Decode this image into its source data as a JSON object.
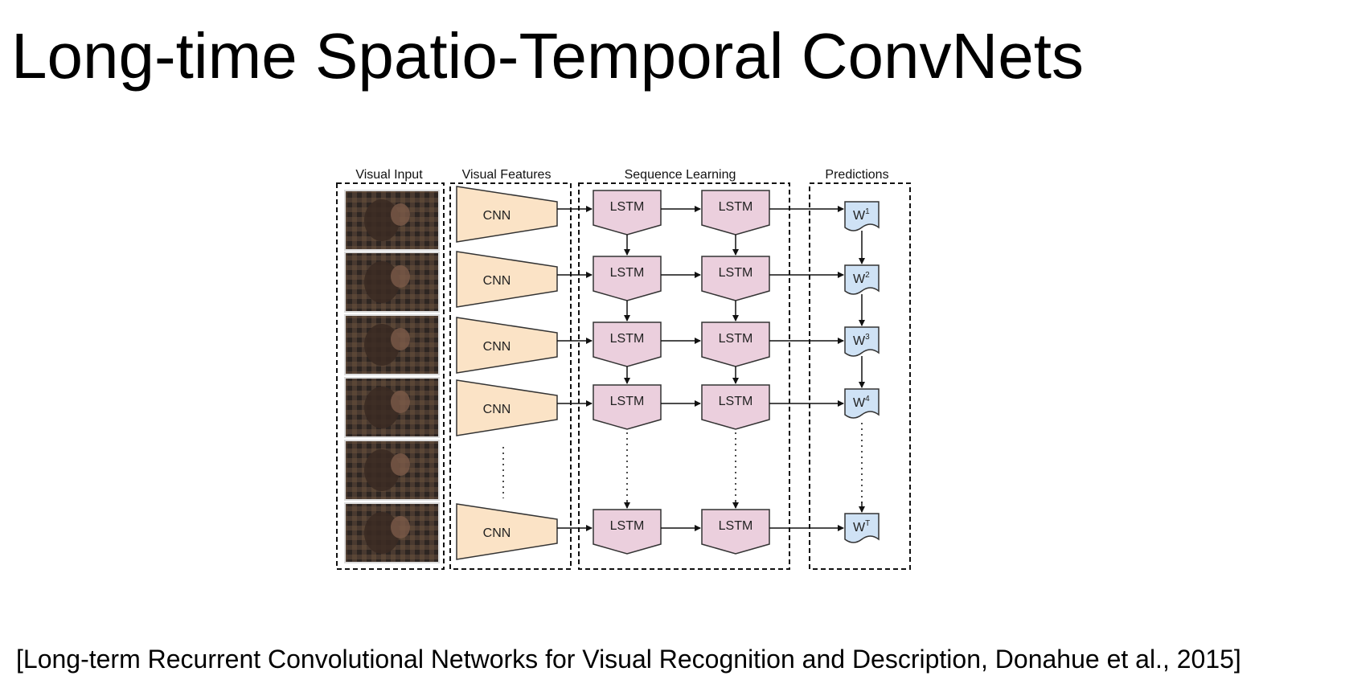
{
  "title": "Long-time Spatio-Temporal ConvNets",
  "citation": "[Long-term Recurrent Convolutional Networks for Visual Recognition and Description, Donahue et al., 2015]",
  "diagram": {
    "section_labels": [
      "Visual Input",
      "Visual Features",
      "Sequence Learning",
      "Predictions"
    ],
    "cnn_label": "CNN",
    "lstm_label": "LSTM",
    "prediction_base": "W",
    "prediction_superscripts": [
      "1",
      "2",
      "3",
      "4",
      "T"
    ],
    "colors": {
      "cnn_fill": "#fbe3c6",
      "lstm_fill": "#ebcfdd",
      "prediction_fill": "#cfe2f5",
      "frame_bg": "#3a2a22"
    }
  }
}
